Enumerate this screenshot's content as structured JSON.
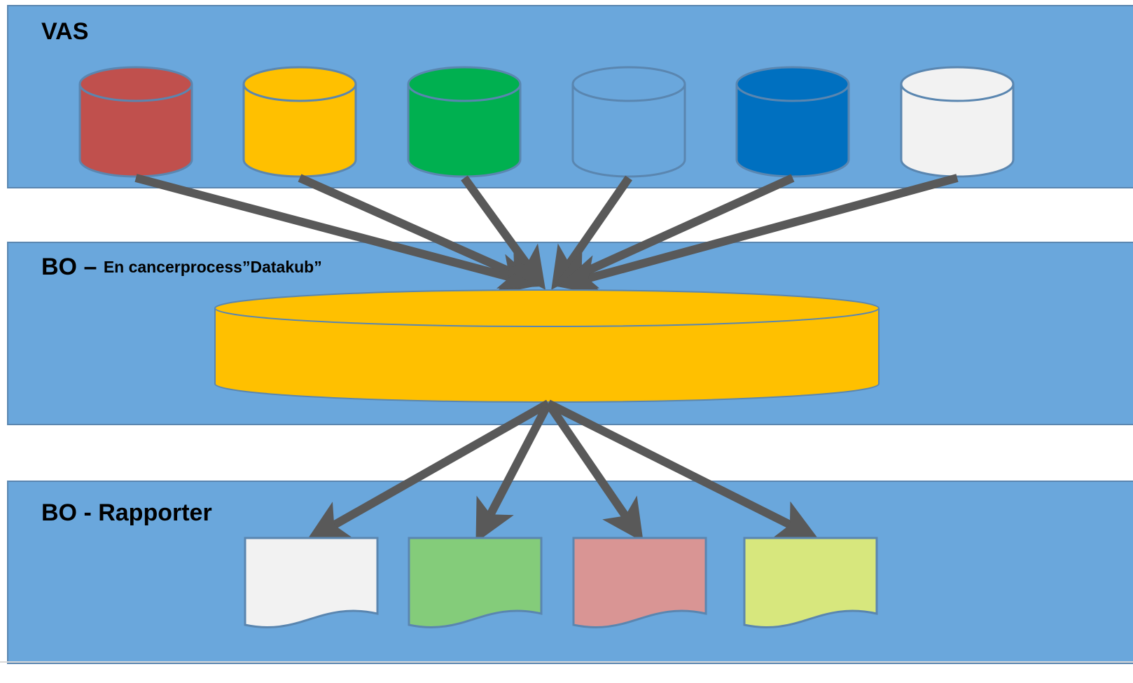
{
  "layers": {
    "vas": {
      "title": "VAS"
    },
    "cube": {
      "title": "BO –",
      "subtitle": "En cancerprocess”Datakub”"
    },
    "reports": {
      "title": "BO - Rapporter"
    }
  },
  "colors": {
    "band_fill": "#6aa7dc",
    "band_border": "#5a86b0",
    "arrow": "#595959",
    "cube_fill": "#ffc000",
    "source_databases": [
      "#c0504d",
      "#ffc000",
      "#00b050",
      "#6aa7dc",
      "#0070c0",
      "#f2f2f2"
    ],
    "reports": [
      "#f2f2f2",
      "#84cc7a",
      "#d99594",
      "#d7e77d"
    ]
  },
  "icons": {
    "source": "database-cylinder-icon",
    "cube": "datacube-disk-icon",
    "report": "document-icon"
  }
}
